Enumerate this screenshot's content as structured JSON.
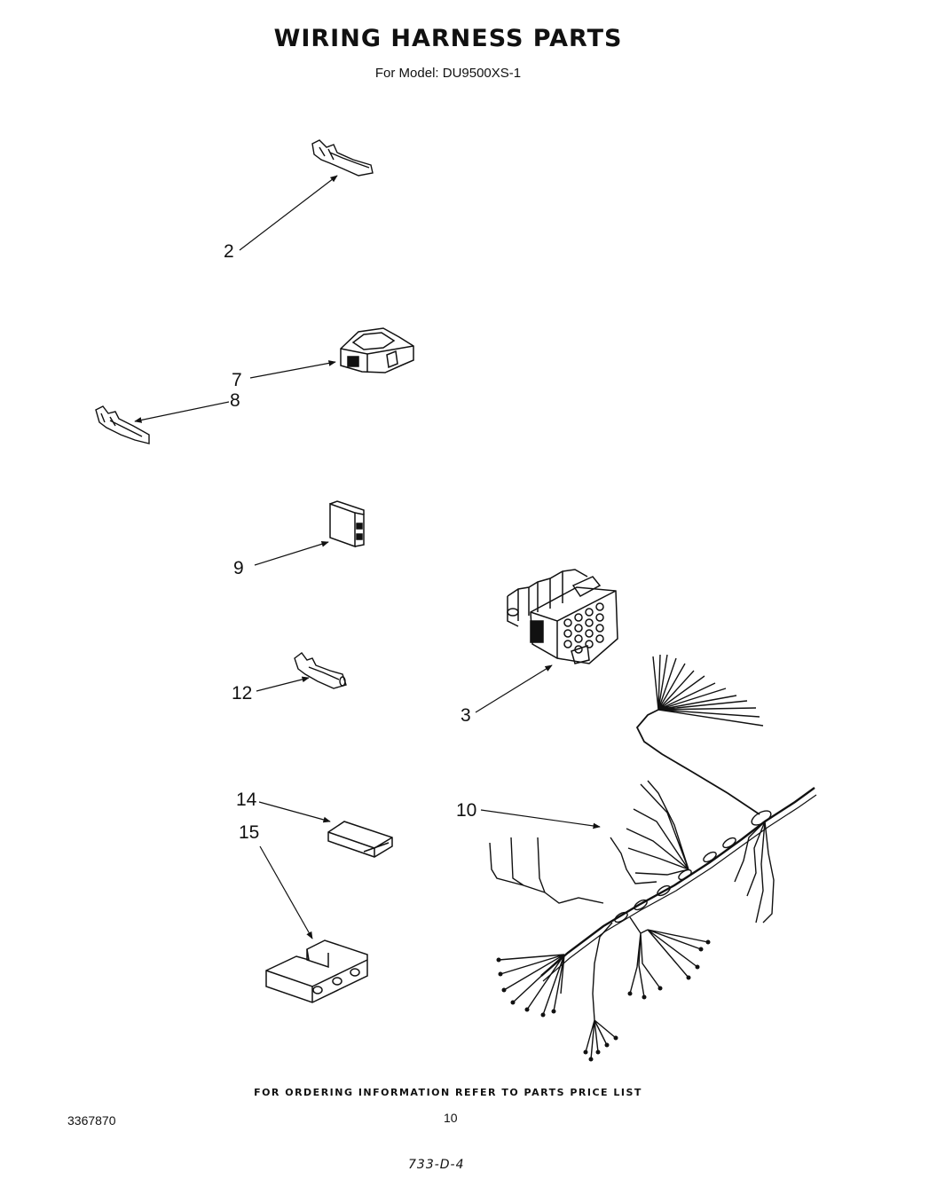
{
  "header": {
    "title": "WIRING HARNESS PARTS",
    "subtitle": "For Model: DU9500XS-1"
  },
  "callouts": {
    "c2": "2",
    "c7": "7",
    "c8": "8",
    "c9": "9",
    "c12": "12",
    "c3": "3",
    "c14": "14",
    "c15": "15",
    "c10": "10"
  },
  "footer": {
    "ordering_note": "FOR ORDERING INFORMATION REFER TO PARTS PRICE LIST",
    "document_number": "3367870",
    "page_number": "10",
    "handwritten_note": "733-D-4"
  }
}
